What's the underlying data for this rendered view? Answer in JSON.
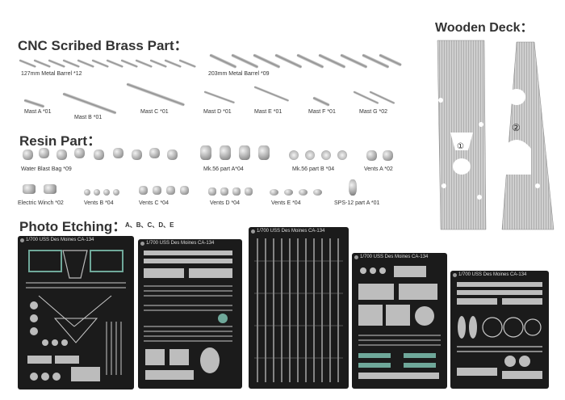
{
  "headings": {
    "brass": "CNC Scribed Brass Part：",
    "resin": "Resin Part：",
    "etching": "Photo Etching：",
    "etching_sub": "A、B、C、D、E",
    "deck": "Wooden Deck："
  },
  "brass_parts": {
    "barrel127": "127mm Metal Barrel *12",
    "barrel203": "203mm Metal Barrel *09",
    "mastA": "Mast A *01",
    "mastB": "Mast B *01",
    "mastC": "Mast C *01",
    "mastD": "Mast D *01",
    "mastE": "Mast E *01",
    "mastF": "Mast F *01",
    "mastG": "Mast G *02"
  },
  "resin_parts": {
    "water_blast_bag": "Water Blast Bag *09",
    "mk56a": "Mk.56 part A*04",
    "mk56b": "Mk.56 part B *04",
    "vents_a": "Vents A *02",
    "electric_winch": "Electric Winch *02",
    "vents_b": "Vents B *04",
    "vents_c": "Vents C *04",
    "vents_d": "Vents D *04",
    "vents_e": "Vents E *04",
    "sps12": "SPS-12 part A *01"
  },
  "frets": [
    {
      "title": "1/700 USS Des Moines CA-134"
    },
    {
      "title": "1/700 USS Des Moines CA-134"
    },
    {
      "title": "1/700 USS Des Moines CA-134"
    },
    {
      "title": "1/700 USS Des Moines CA-134"
    },
    {
      "title": "1/700 USS Des Moines CA-134"
    }
  ],
  "deck_markers": {
    "one": "①",
    "two": "②"
  },
  "colors": {
    "fret_bg": "#1b1b1b",
    "deck": "#c8c8c8",
    "metal": "#a0a0a0"
  }
}
